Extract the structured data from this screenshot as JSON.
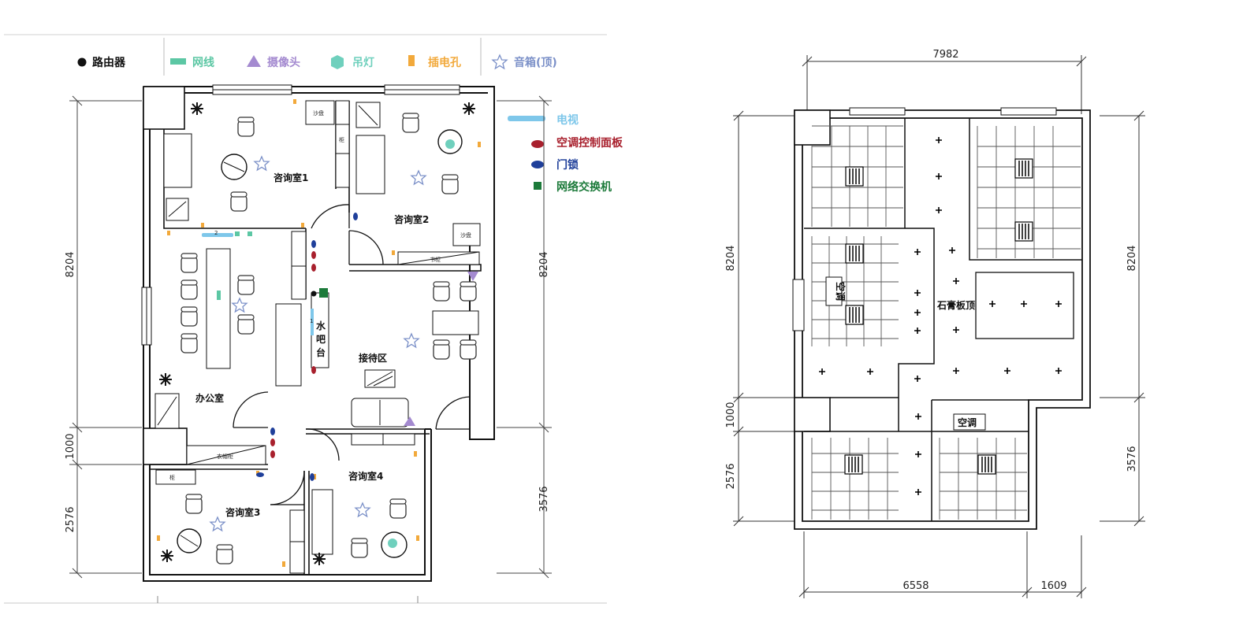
{
  "legend_top": [
    {
      "symbol": "router",
      "label": "路由器",
      "color": "#111111"
    },
    {
      "symbol": "network-cable",
      "label": "网线",
      "color": "#5cc7a4"
    },
    {
      "symbol": "camera",
      "label": "摄像头",
      "color": "#a48ad0"
    },
    {
      "symbol": "ceiling-light",
      "label": "吊灯",
      "color": "#6fd0bd"
    },
    {
      "symbol": "power-outlet",
      "label": "插电孔",
      "color": "#f2a93b"
    },
    {
      "symbol": "speaker",
      "label": "音箱(顶)",
      "color": "#7b90c8"
    }
  ],
  "legend_side": [
    {
      "symbol": "tv",
      "label": "电视",
      "color": "#7ec7ea"
    },
    {
      "symbol": "ac-panel",
      "label": "空调控制面板",
      "color": "#a8202d"
    },
    {
      "symbol": "door-lock",
      "label": "门锁",
      "color": "#1f3f9a"
    },
    {
      "symbol": "network-switch",
      "label": "网络交换机",
      "color": "#1c7a3a"
    }
  ],
  "left_plan": {
    "rooms": {
      "consult1": "咨询室1",
      "consult2": "咨询室2",
      "consult3": "咨询室3",
      "consult4": "咨询室4",
      "office": "办公室",
      "reception": "接待区",
      "water_bar": "水吧台"
    },
    "small_labels": {
      "sand1": "沙盘",
      "sand2": "沙盘",
      "cab1": "柜",
      "cab2": "柜",
      "shoe": "衣帽柜",
      "counter": "书柜",
      "tv_mark_num": "2",
      "lock_num": "1"
    },
    "dims": {
      "left_top": "8204",
      "left_mid": "1000",
      "left_bot": "2576",
      "right_top": "8204",
      "right_bot": "3576"
    }
  },
  "right_plan": {
    "labels": {
      "gypsum": "石膏板顶",
      "ac1": "空调",
      "ac2": "空调"
    },
    "dims": {
      "top": "7982",
      "left_top": "8204",
      "left_mid": "1000",
      "left_bot": "2576",
      "right_top": "8204",
      "right_bot": "3576",
      "bottom_left": "6558",
      "bottom_right": "1609"
    }
  }
}
